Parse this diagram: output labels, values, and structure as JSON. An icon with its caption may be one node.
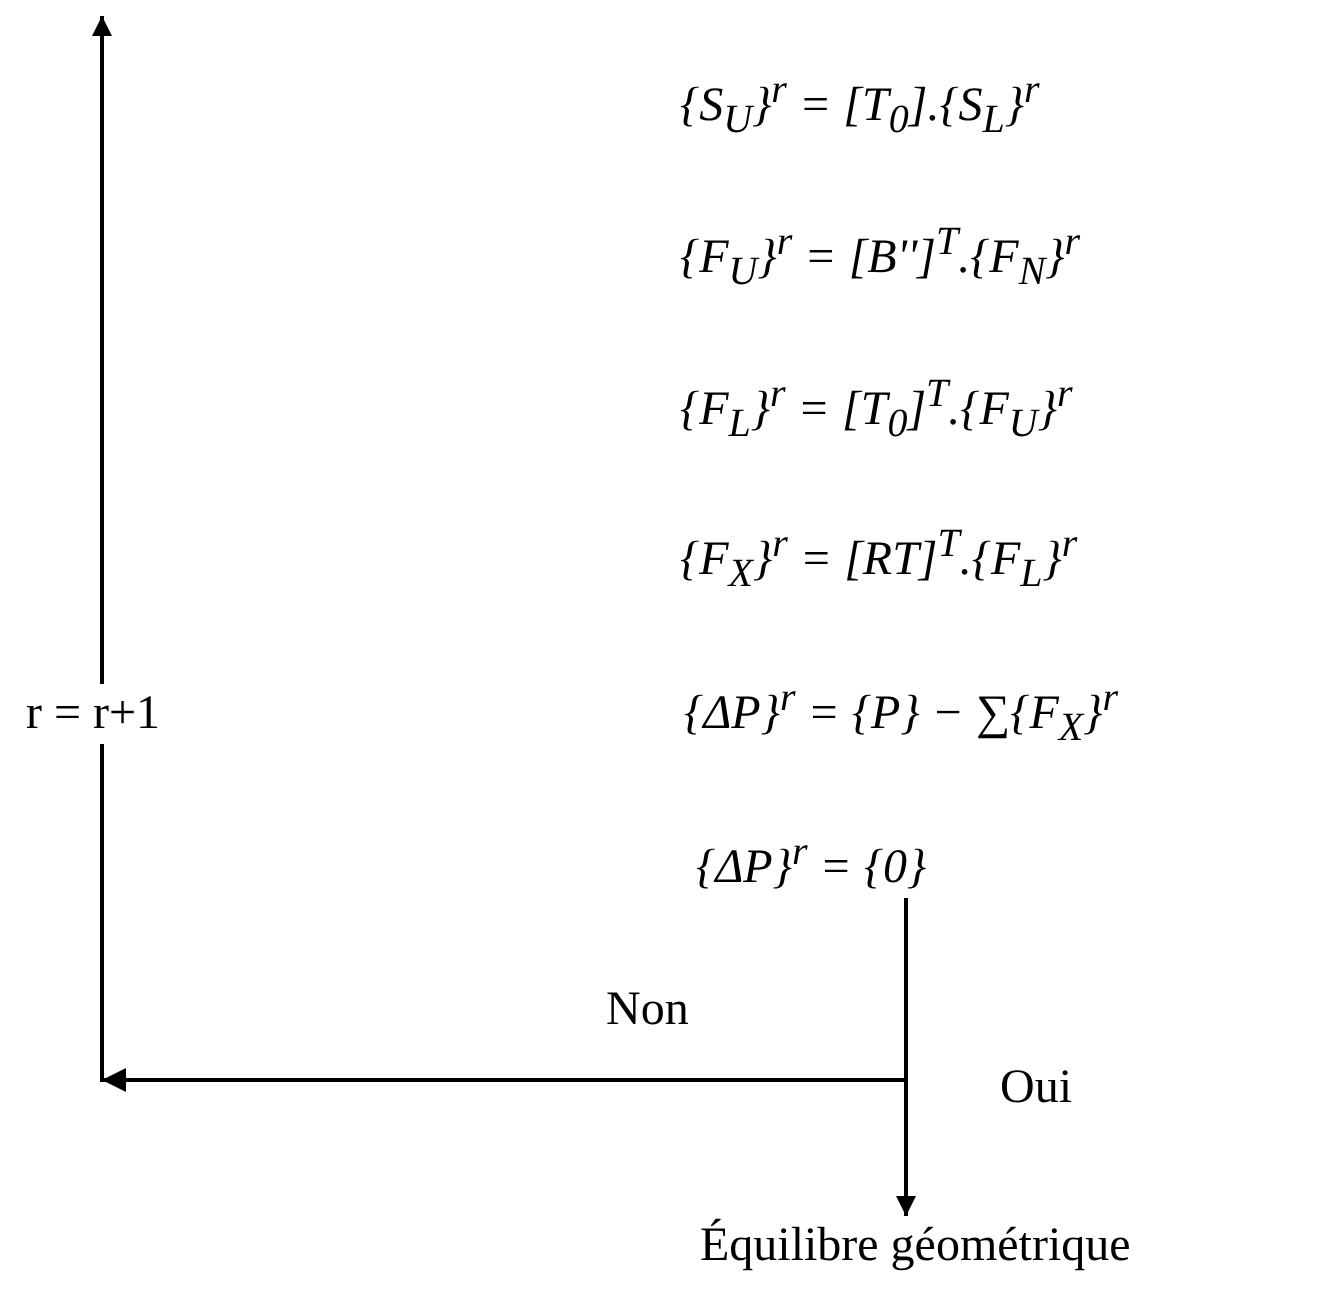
{
  "diagram": {
    "nodes": [
      {
        "text": [
          "{S$_{U}$}$^{r}$ = [T$_{0}$].{S$_{L}$}$^{r}$"
        ]
      },
      {
        "text": [
          "{F$_{U}$}$^{r}$ = [B'']$^{T}$.{F$_{N}$}$^{r}$"
        ]
      },
      {
        "text": [
          "{F$_{L}$}$^{r}$ = [T$_{0}$]$^{T}$.{F$_{U}$}$^{r}$"
        ]
      },
      {
        "text": [
          "{F$_{X}$}$^{r}$ = [RT]$^{T}$.{F$_{L}$}$^{r}$"
        ]
      },
      {
        "text": [
          "{ΔP}$^{r}$ = {P} − ∑{F$_{X}$}$^{r}$"
        ]
      },
      {
        "text": [
          "{ΔP}$^{r}$ = {0}"
        ]
      },
      {
        "text": [
          "r = r+1"
        ]
      },
      {
        "text": [
          "Équilibre géométrique"
        ]
      }
    ],
    "edges": [
      {
        "from": 5,
        "to": 6,
        "label": "Non",
        "arrow": "to"
      },
      {
        "from": 6,
        "to": null,
        "arrow": "to"
      },
      {
        "from": 5,
        "to": 7,
        "label": "Oui",
        "arrow": "to"
      }
    ]
  }
}
